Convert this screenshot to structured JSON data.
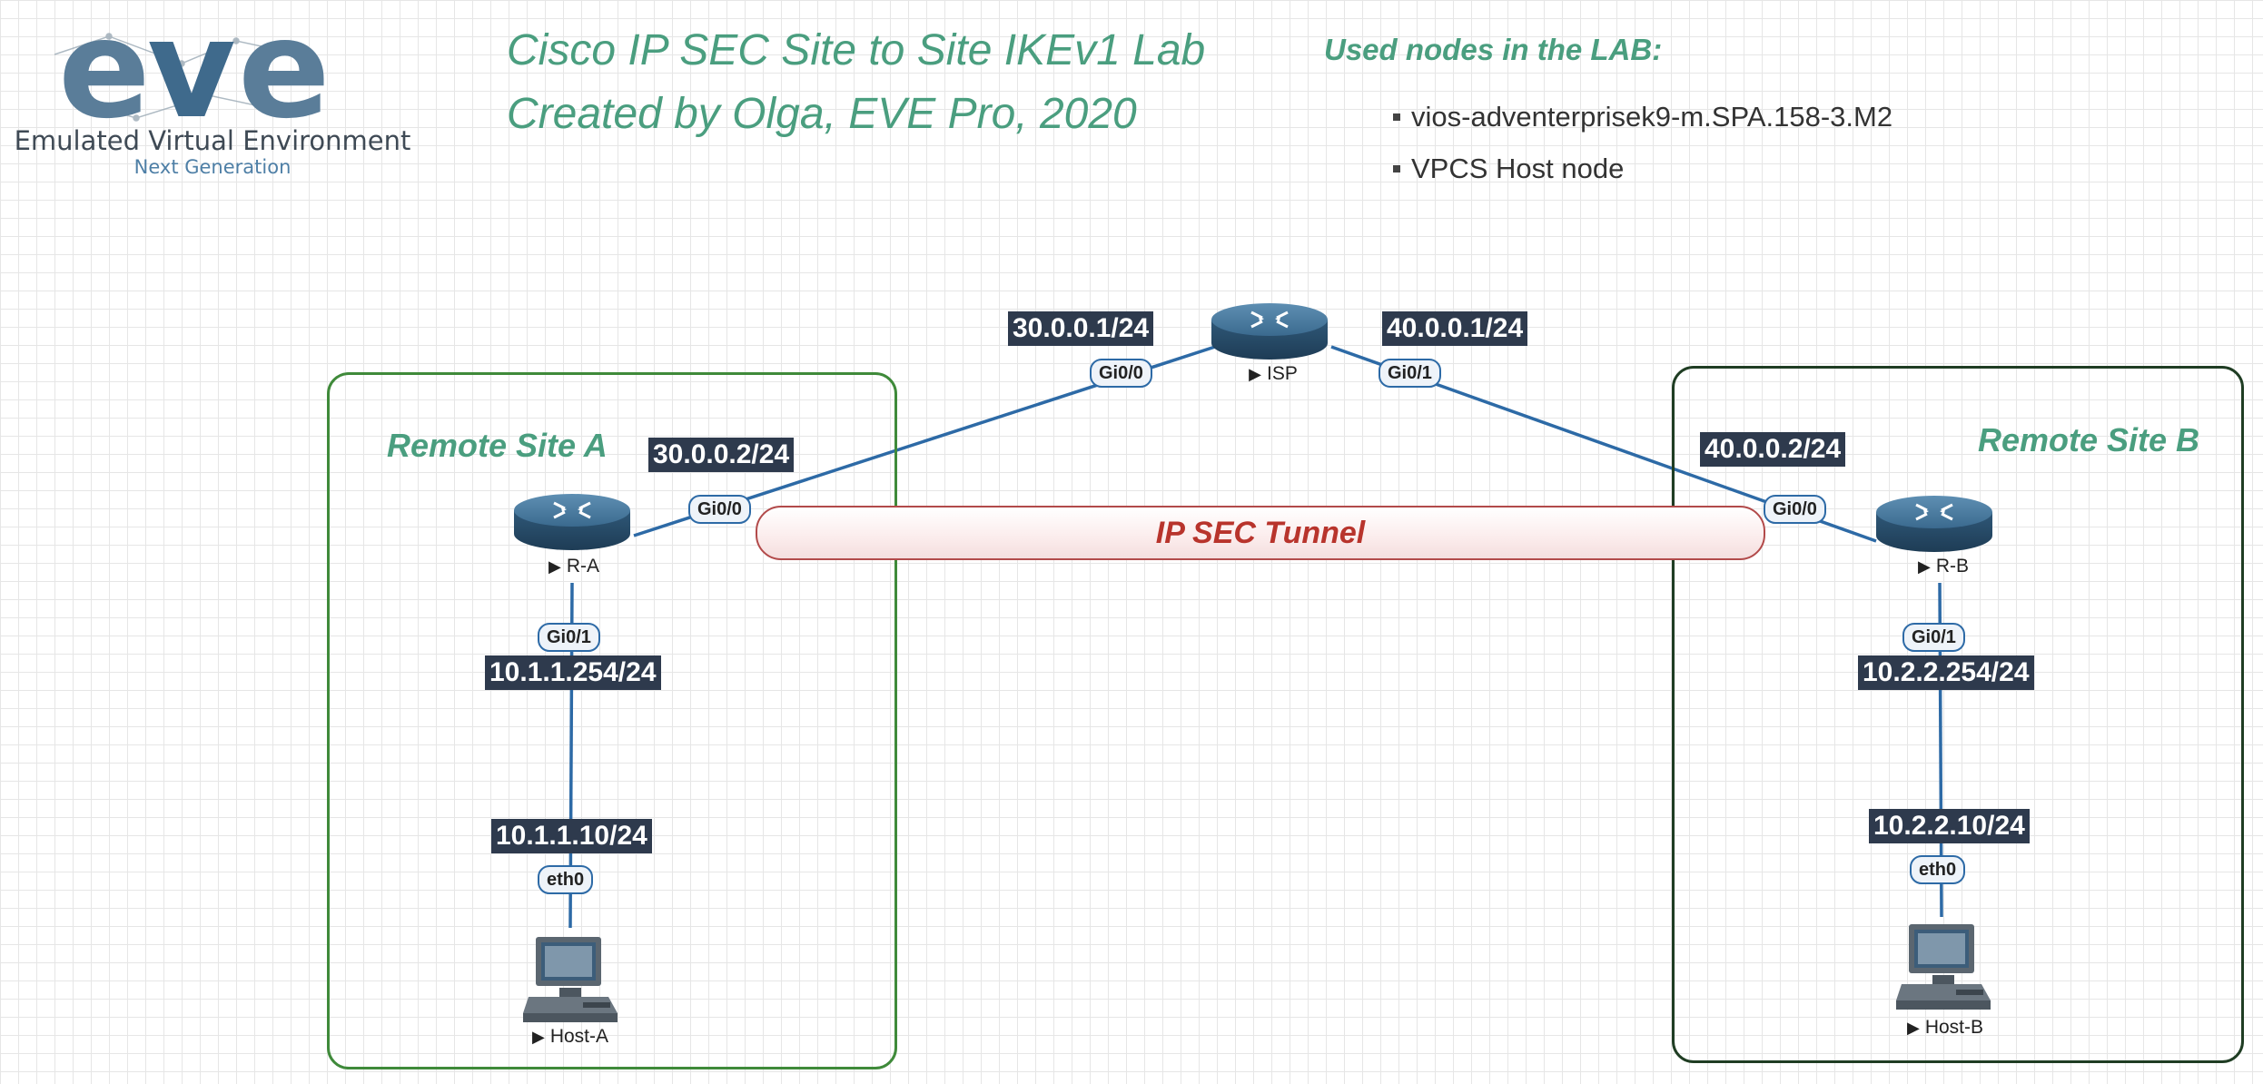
{
  "logo": {
    "subtitle1": "Emulated Virtual Environment",
    "subtitle2": "Next Generation",
    "brand_color": "#5a7d99"
  },
  "header": {
    "title_line1": "Cisco IP SEC Site to Site IKEv1 Lab",
    "title_line2": "Created by Olga, EVE Pro, 2020",
    "used_nodes_title": "Used nodes in the LAB:",
    "used_nodes": [
      "vios-adventerprisek9-m.SPA.158-3.M2",
      "VPCS Host node"
    ]
  },
  "sites": {
    "a_label": "Remote Site A",
    "b_label": "Remote Site B"
  },
  "tunnel": {
    "label": "IP SEC Tunnel"
  },
  "nodes": {
    "isp": "ISP",
    "ra": "R-A",
    "rb": "R-B",
    "host_a": "Host-A",
    "host_b": "Host-B"
  },
  "ports": {
    "isp_gi00": "Gi0/0",
    "isp_gi01": "Gi0/1",
    "ra_gi00": "Gi0/0",
    "ra_gi01": "Gi0/1",
    "rb_gi00": "Gi0/0",
    "rb_gi01": "Gi0/1",
    "host_a_eth0": "eth0",
    "host_b_eth0": "eth0"
  },
  "ips": {
    "isp_gi00": "30.0.0.1/24",
    "isp_gi01": "40.0.0.1/24",
    "ra_gi00": "30.0.0.2/24",
    "ra_gi01": "10.1.1.254/24",
    "host_a": "10.1.1.10/24",
    "rb_gi00": "40.0.0.2/24",
    "rb_gi01": "10.2.2.254/24",
    "host_b": "10.2.2.10/24"
  },
  "colors": {
    "link": "#2d6aa6",
    "title": "#4a9e7f",
    "site_a_border": "#3f8a3a",
    "site_b_border": "#1f3d23",
    "tunnel_text": "#b8342c",
    "ip_label_bg": "#2e3a4d"
  }
}
